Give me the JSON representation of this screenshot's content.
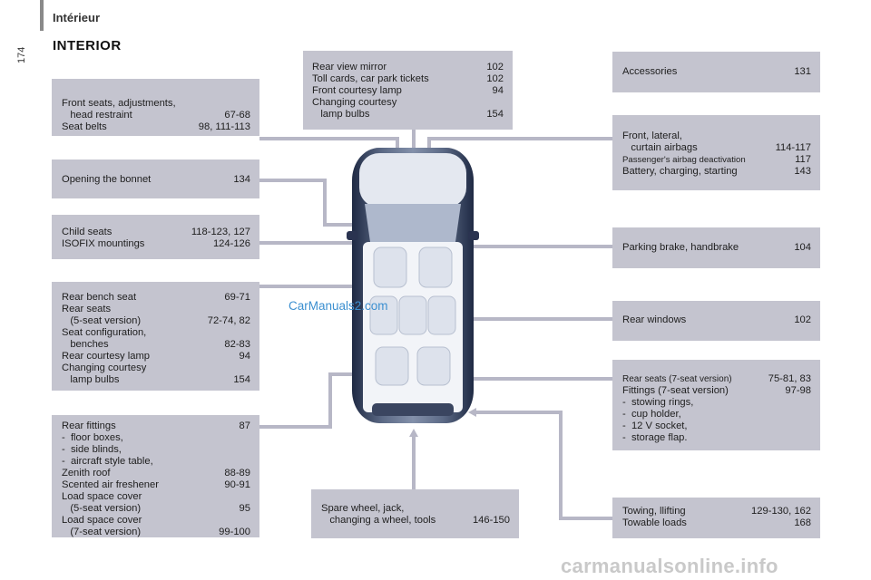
{
  "header": {
    "section": "Intérieur",
    "page_number": "174"
  },
  "title": "INTERIOR",
  "boxes": {
    "front_seats": [
      {
        "label": "Front seats, adjustments,",
        "page": ""
      },
      {
        "label": "   head restraint",
        "page": "67-68"
      },
      {
        "label": "Seat belts",
        "page": "98, 111-113"
      }
    ],
    "bonnet": [
      {
        "label": "Opening the bonnet",
        "page": "134"
      }
    ],
    "child_seats": [
      {
        "label": "Child seats",
        "page": "118-123, 127"
      },
      {
        "label": "ISOFIX mountings",
        "page": "124-126"
      }
    ],
    "rear_bench": [
      {
        "label": "Rear bench seat",
        "page": "69-71"
      },
      {
        "label": "Rear seats",
        "page": ""
      },
      {
        "label": "   (5-seat version)",
        "page": "72-74, 82"
      },
      {
        "label": "Seat configuration,",
        "page": ""
      },
      {
        "label": "   benches",
        "page": "82-83"
      },
      {
        "label": "Rear courtesy lamp",
        "page": "94"
      },
      {
        "label": "Changing courtesy",
        "page": ""
      },
      {
        "label": "   lamp bulbs",
        "page": "154"
      }
    ],
    "rear_fittings": [
      {
        "label": "Rear fittings",
        "page": "87"
      },
      {
        "label": "-  floor boxes,",
        "page": ""
      },
      {
        "label": "-  side blinds,",
        "page": ""
      },
      {
        "label": "-  aircraft style table,",
        "page": ""
      },
      {
        "label": "Zenith roof",
        "page": "88-89"
      },
      {
        "label": "Scented air freshener",
        "page": "90-91"
      },
      {
        "label": "Load space cover",
        "page": ""
      },
      {
        "label": "   (5-seat version)",
        "page": "95"
      },
      {
        "label": "Load space cover",
        "page": ""
      },
      {
        "label": "   (7-seat version)",
        "page": "99-100"
      }
    ],
    "mirror": [
      {
        "label": "Rear view mirror",
        "page": "102"
      },
      {
        "label": "Toll cards, car park tickets",
        "page": "102"
      },
      {
        "label": "Front courtesy lamp",
        "page": "94"
      },
      {
        "label": "Changing courtesy",
        "page": ""
      },
      {
        "label": "   lamp bulbs",
        "page": "154"
      }
    ],
    "spare_wheel": [
      {
        "label": "Spare wheel, jack,",
        "page": ""
      },
      {
        "label": "   changing a wheel, tools",
        "page": "146-150"
      }
    ],
    "accessories": [
      {
        "label": "Accessories",
        "page": "131"
      }
    ],
    "airbags": [
      {
        "label": "Front, lateral,",
        "page": ""
      },
      {
        "label": "   curtain airbags",
        "page": "114-117"
      },
      {
        "label": "Passenger's airbag deactivation",
        "page": "117"
      },
      {
        "label": "Battery, charging, starting",
        "page": "143"
      }
    ],
    "parking_brake": [
      {
        "label": "Parking brake, handbrake",
        "page": "104"
      }
    ],
    "rear_windows": [
      {
        "label": "Rear windows",
        "page": "102"
      }
    ],
    "rear_seats_7": [
      {
        "label": "Rear seats (7-seat version)",
        "page": "75-81, 83"
      },
      {
        "label": "Fittings (7-seat version)",
        "page": "97-98"
      },
      {
        "label": "-  stowing rings,",
        "page": ""
      },
      {
        "label": "-  cup holder,",
        "page": ""
      },
      {
        "label": "-  12 V socket,",
        "page": ""
      },
      {
        "label": "-  storage flap.",
        "page": ""
      }
    ],
    "towing": [
      {
        "label": "Towing, llifting",
        "page": "129-130, 162"
      },
      {
        "label": "Towable loads",
        "page": "168"
      }
    ]
  },
  "watermark": "CarManuals2.com",
  "footer": "carmanualsonline.info",
  "colors": {
    "box_fill": "#c4c4cf",
    "connector": "#b7b7c6",
    "watermark": "#3b8fd0"
  }
}
